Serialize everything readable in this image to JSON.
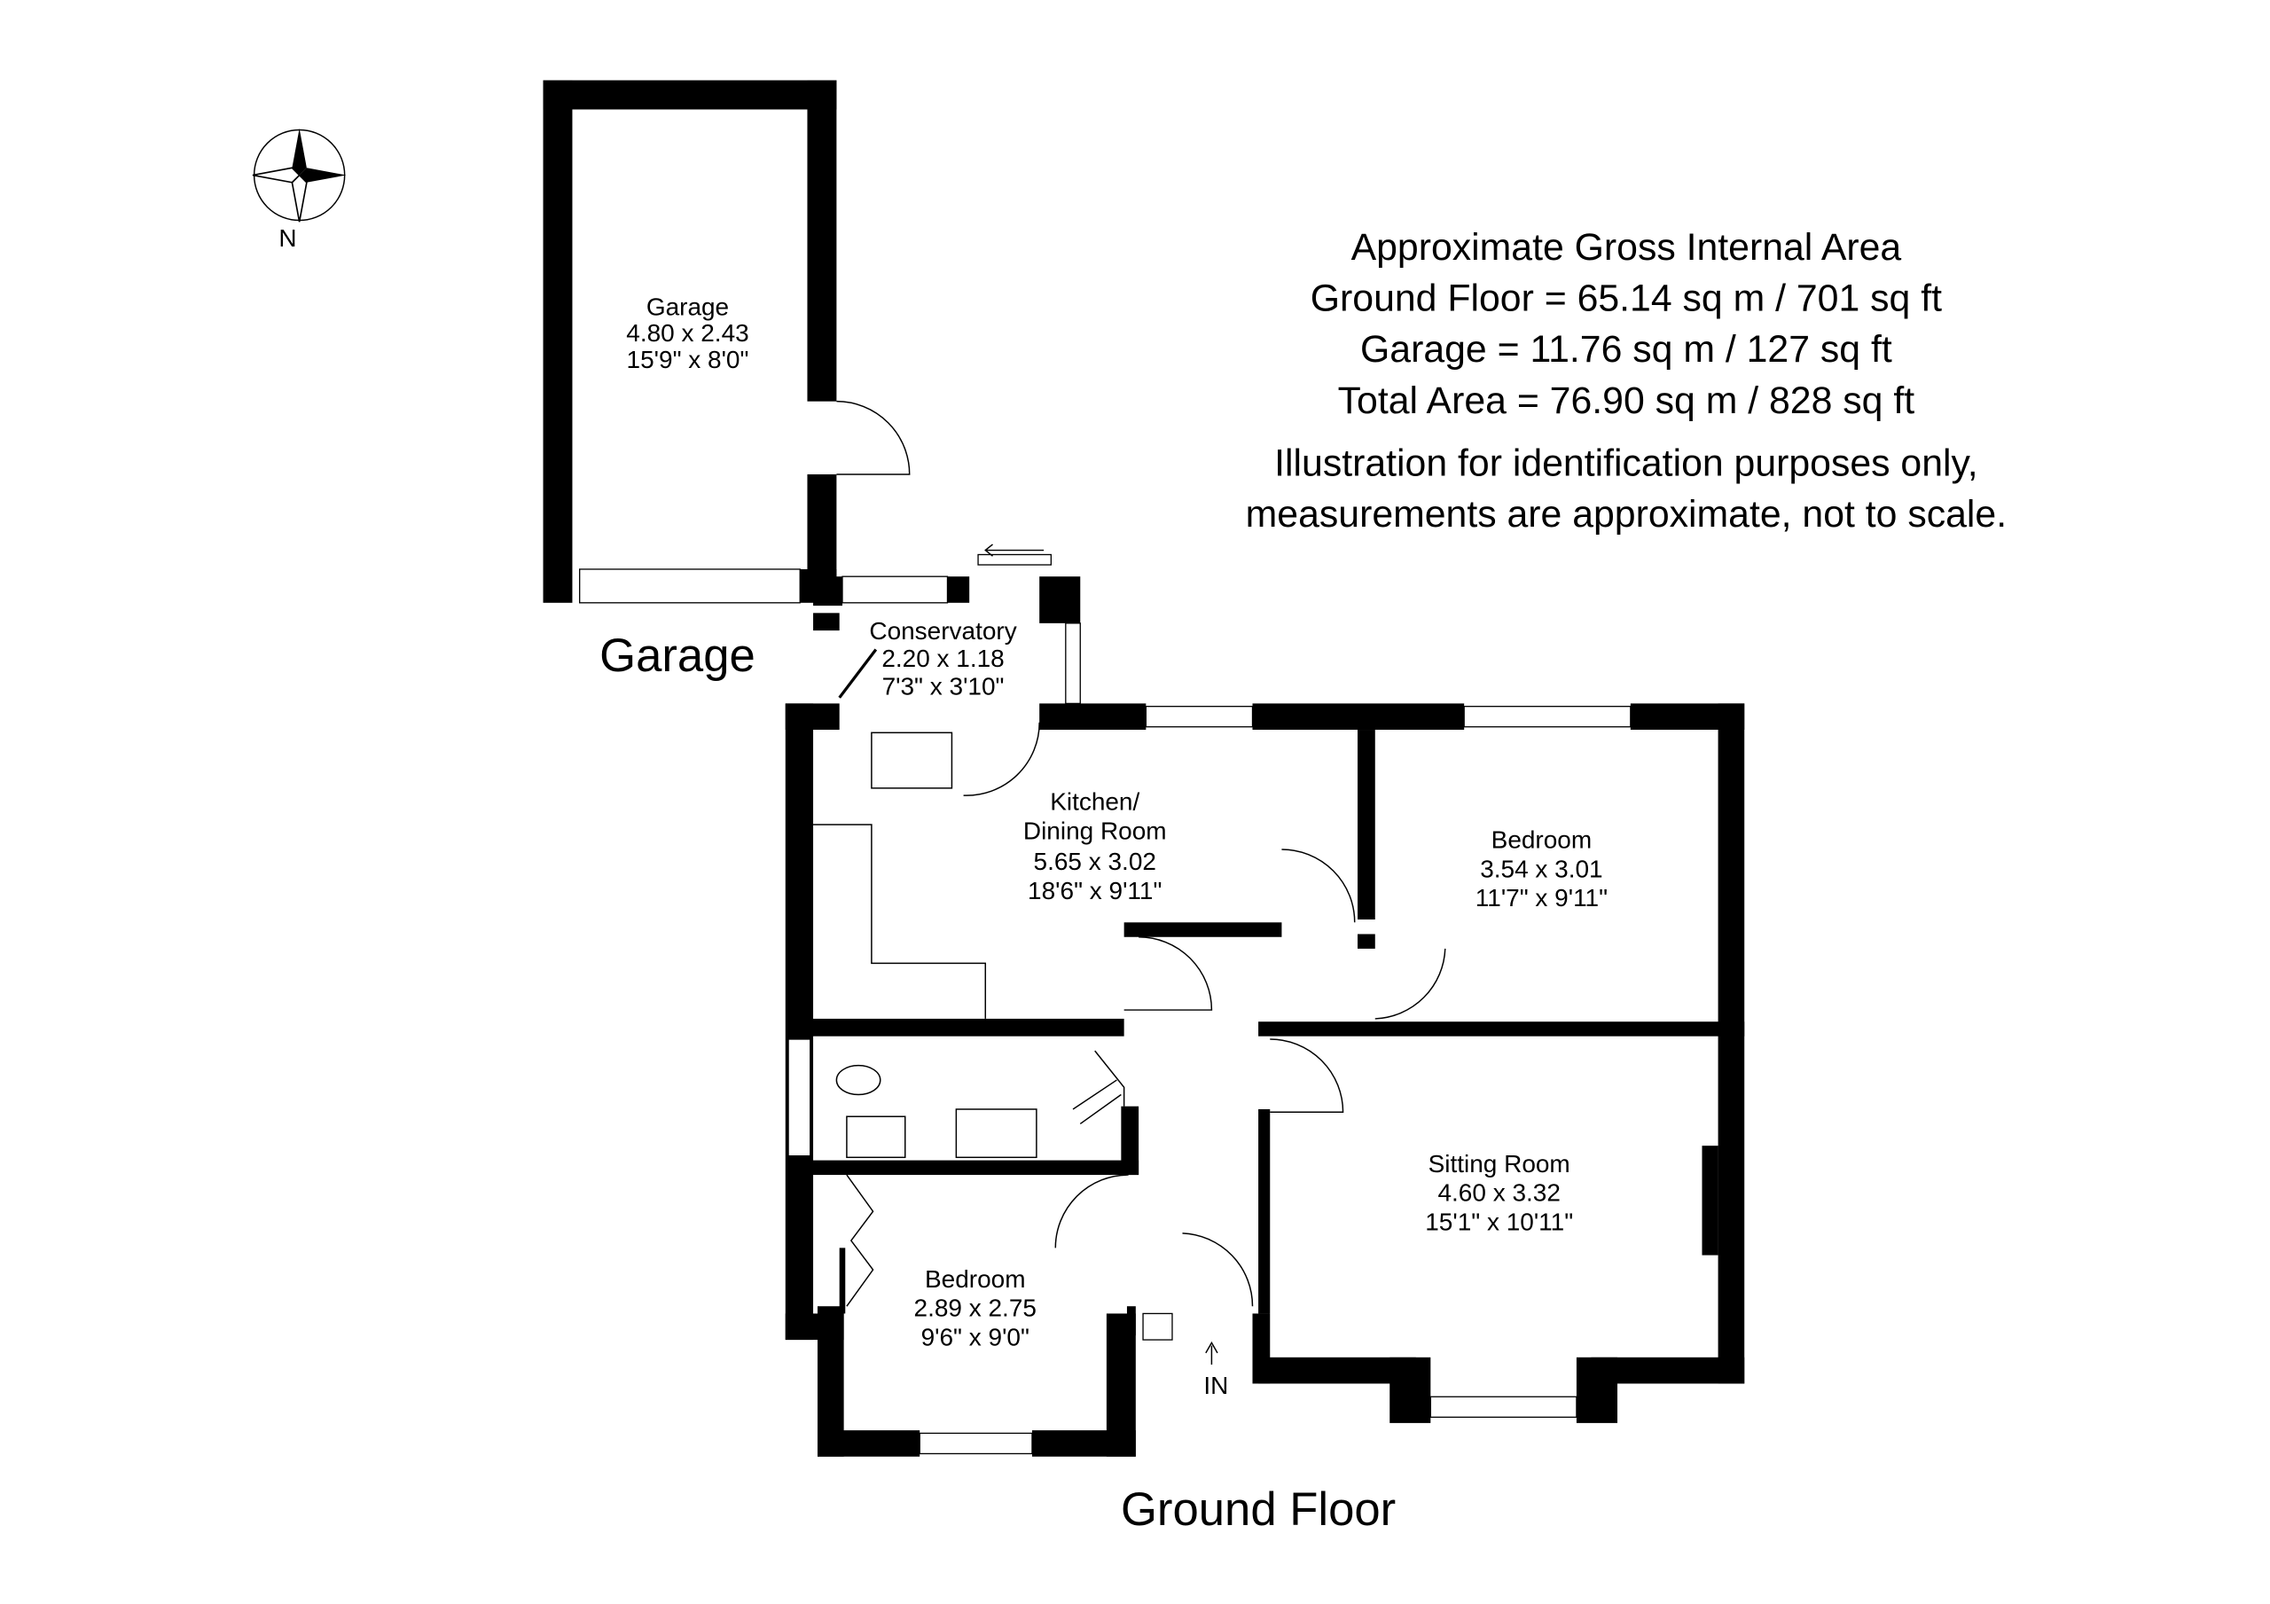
{
  "compass": {
    "label": "N"
  },
  "area_summary": {
    "title": "Approximate Gross Internal Area",
    "ground_floor": "Ground Floor = 65.14 sq m / 701 sq ft",
    "garage": "Garage = 11.76 sq m / 127 sq ft",
    "total": "Total Area = 76.90 sq m / 828 sq ft",
    "disclaimer_1": "Illustration for identification purposes only,",
    "disclaimer_2": "measurements are approximate, not to scale."
  },
  "rooms": {
    "garage": {
      "name": "Garage",
      "metric": "4.80 x 2.43",
      "imperial": "15'9\" x 8'0\""
    },
    "conservatory": {
      "name": "Conservatory",
      "metric": "2.20 x 1.18",
      "imperial": "7'3\" x 3'10\""
    },
    "kitchen": {
      "name": "Kitchen/",
      "name2": "Dining Room",
      "metric": "5.65 x 3.02",
      "imperial": "18'6\" x 9'11\""
    },
    "bedroom1": {
      "name": "Bedroom",
      "metric": "3.54 x 3.01",
      "imperial": "11'7\" x 9'11\""
    },
    "sitting": {
      "name": "Sitting Room",
      "metric": "4.60 x 3.32",
      "imperial": "15'1\" x 10'11\""
    },
    "bedroom2": {
      "name": "Bedroom",
      "metric": "2.89 x 2.75",
      "imperial": "9'6\" x 9'0\""
    }
  },
  "labels": {
    "garage_floor": "Garage",
    "ground_floor": "Ground Floor",
    "entrance": "IN"
  }
}
